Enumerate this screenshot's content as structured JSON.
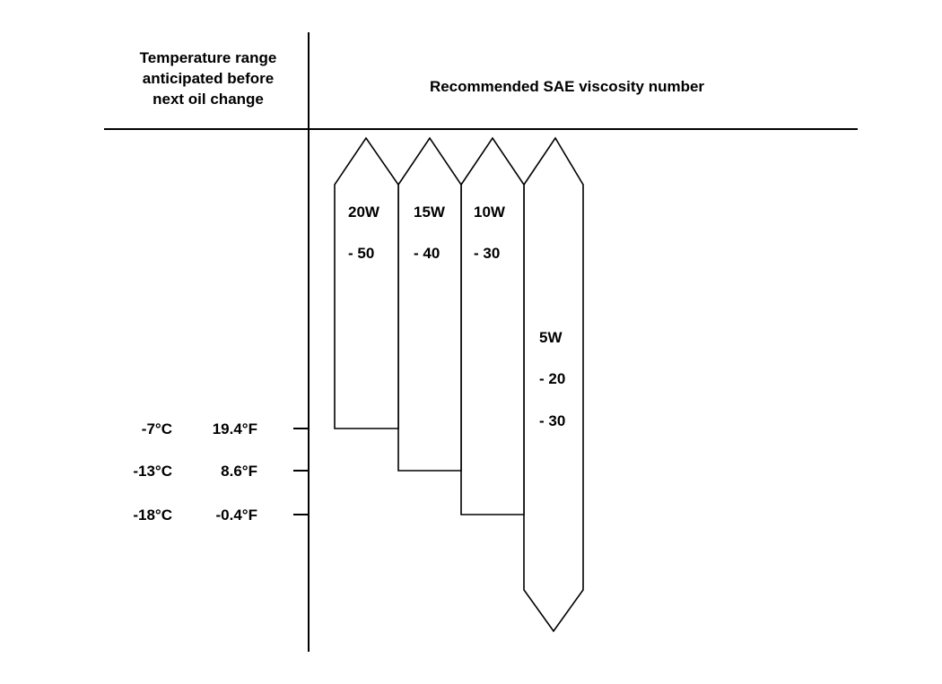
{
  "header": {
    "left_lines": [
      "Temperature range",
      "anticipated before",
      "next oil change"
    ],
    "right": "Recommended SAE viscosity number"
  },
  "temperatures": [
    {
      "celsius": "-7°C",
      "fahrenheit": "19.4°F"
    },
    {
      "celsius": "-13°C",
      "fahrenheit": "8.6°F"
    },
    {
      "celsius": "-18°C",
      "fahrenheit": "-0.4°F"
    }
  ],
  "grades": [
    {
      "lines": [
        "20W",
        "- 50"
      ],
      "lower_limit": "-7°C",
      "open_bottom": false
    },
    {
      "lines": [
        "15W",
        "- 40"
      ],
      "lower_limit": "-13°C",
      "open_bottom": false
    },
    {
      "lines": [
        "10W",
        "- 30"
      ],
      "lower_limit": "-18°C",
      "open_bottom": false
    },
    {
      "lines": [
        "5W",
        "- 20",
        "- 30"
      ],
      "lower_limit": "below -18°C",
      "open_bottom": true
    }
  ]
}
